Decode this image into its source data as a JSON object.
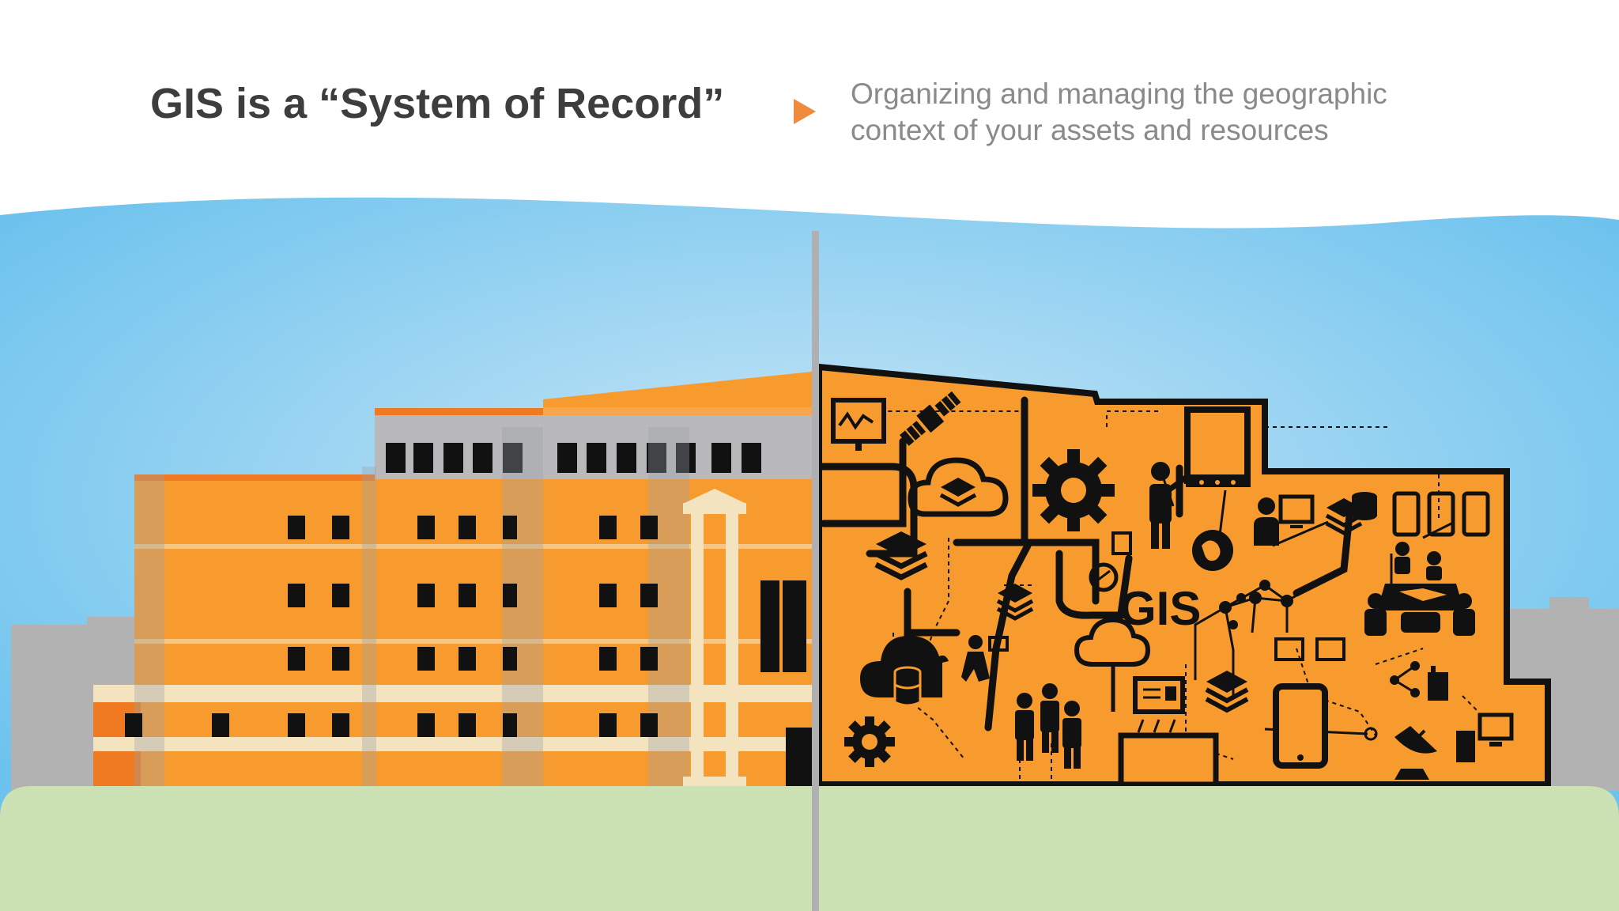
{
  "slide": {
    "title": "GIS is a “System of Record”",
    "subtitle_lines": [
      "Organizing and managing the geographic",
      "context of your assets and resources"
    ],
    "bullet_icon": "triangle-right-icon"
  },
  "illustration": {
    "left_panel": "building",
    "right_panel": "gis-network-building",
    "gis_label": "GIS",
    "colors": {
      "sky": "#7ec8ee",
      "ground": "#cde2b4",
      "building_orange": "#f79b2e",
      "roof_gray": "#b9b9bb",
      "cream_trim": "#f3e3bf",
      "accent_arrow": "#f08a3c",
      "icon_black": "#111111"
    }
  }
}
